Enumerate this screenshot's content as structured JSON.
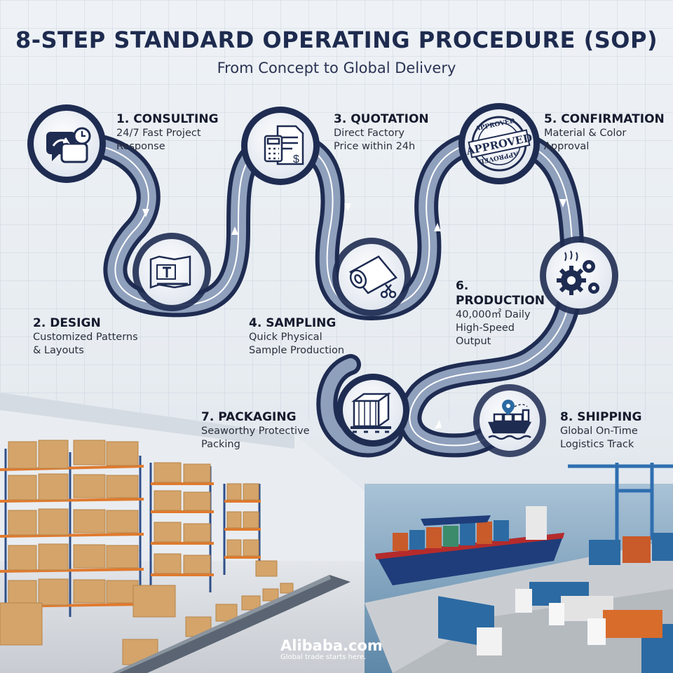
{
  "header": {
    "title": "8-STEP STANDARD OPERATING PROCEDURE (SOP)",
    "subtitle": "From Concept to Global Delivery"
  },
  "steps": [
    {
      "title": "1. CONSULTING",
      "desc1": "24/7 Fast Project",
      "desc2": "Response",
      "icon": "chat-clock-icon"
    },
    {
      "title": "2. DESIGN",
      "desc1": "Customized Patterns",
      "desc2": "& Layouts",
      "icon": "blueprint-icon"
    },
    {
      "title": "3. QUOTATION",
      "desc1": "Direct Factory",
      "desc2": "Price within 24h",
      "icon": "calculator-invoice-icon"
    },
    {
      "title": "4. SAMPLING",
      "desc1": "Quick Physical",
      "desc2": "Sample Production",
      "icon": "fabric-roll-scissors-icon"
    },
    {
      "title": "5. CONFIRMATION",
      "desc1": "Material & Color",
      "desc2": "Approval",
      "icon": "approved-stamp-icon"
    },
    {
      "title_num": "6.",
      "title": "PRODUCTION",
      "desc1": "40,000㎡ Daily",
      "desc2": "High-Speed",
      "desc3": "Output",
      "icon": "gears-icon"
    },
    {
      "title": "7. PACKAGING",
      "desc1": "Seaworthy Protective",
      "desc2": "Packing",
      "icon": "crate-icon"
    },
    {
      "title": "8. SHIPPING",
      "desc1": "Global On-Time",
      "desc2": "Logistics Track",
      "icon": "cargo-ship-icon"
    }
  ],
  "stamp": {
    "word": "APPROVED",
    "ring_top": "APPROVED",
    "ring_bottom": "APPROVED"
  },
  "brand": {
    "name": "Alibaba.com",
    "tagline": "Global trade starts here."
  },
  "colors": {
    "navy": "#1e2b4f",
    "path_light": "#8fa0bd",
    "accent": "#3b6fb6"
  }
}
